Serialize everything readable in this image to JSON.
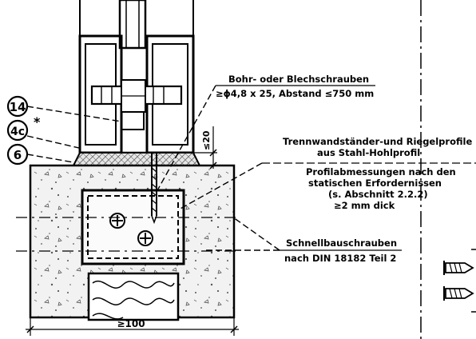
{
  "markers": [
    "14",
    "4c",
    "6"
  ],
  "marker_asterisk": "*",
  "annotations": {
    "screws_line1": "Bohr- oder Blechschrauben",
    "screws_line2": "≥ϕ4,8 x 25, Abstand ≤750 mm",
    "profile_line1": "Trennwandständer-und Riegelprofile",
    "profile_line2": "aus Stahl-Hohlprofil",
    "dims_line1": "Profilabmessungen nach den",
    "dims_line2": "statischen Erfordernissen",
    "dims_line3": "(s. Abschnitt 2.2.2)",
    "dims_line4": "≥2 mm dick",
    "quick_line1": "Schnellbauschrauben",
    "quick_line2": "nach DIN 18182 Teil 2"
  },
  "dimensions": {
    "height": "≤20",
    "width": "≥100"
  }
}
